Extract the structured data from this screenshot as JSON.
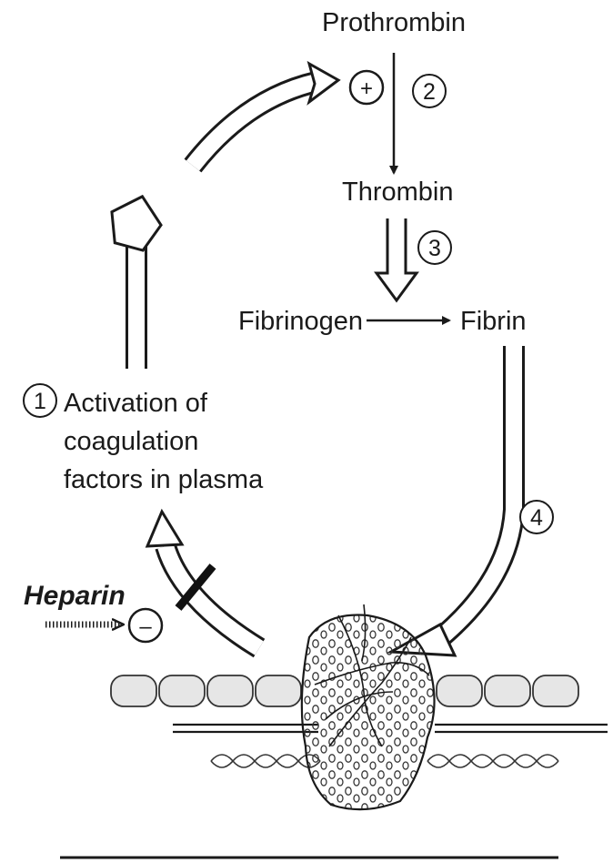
{
  "labels": {
    "prothrombin": "Prothrombin",
    "thrombin": "Thrombin",
    "fibrinogen": "Fibrinogen",
    "fibrin": "Fibrin",
    "activation_line1": "Activation of",
    "activation_line2": "coagulation",
    "activation_line3": "factors in plasma",
    "heparin": "Heparin"
  },
  "steps": [
    "1",
    "2",
    "3",
    "4"
  ],
  "signs": {
    "plus": "+",
    "minus": "–"
  }
}
